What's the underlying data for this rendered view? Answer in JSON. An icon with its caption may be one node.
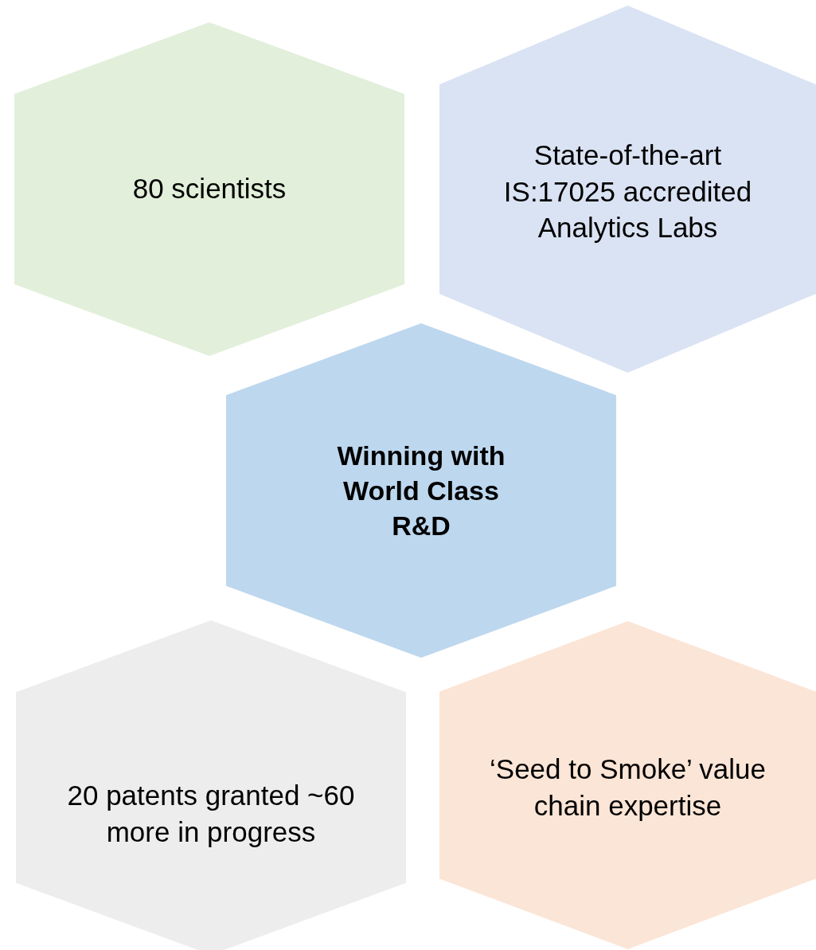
{
  "diagram": {
    "nodes": [
      {
        "text": [
          "80 scientists"
        ]
      },
      {
        "text": [
          "State-of-the-art IS:17025 accredited Analytics Labs"
        ]
      },
      {
        "text": [
          "Winning with World Class R&D"
        ]
      },
      {
        "text": [
          "20 patents granted ~60 more in progress"
        ]
      },
      {
        "text": [
          "‘Seed to Smoke’ value chain expertise"
        ]
      }
    ]
  }
}
